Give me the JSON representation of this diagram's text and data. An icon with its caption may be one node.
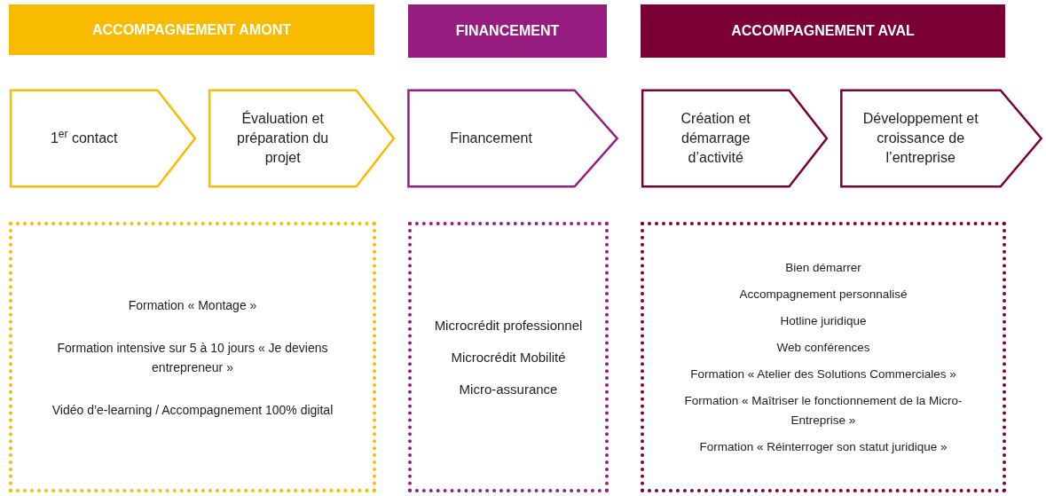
{
  "diagram": {
    "nodes": [
      {
        "text": [
          "ACCOMPAGNEMENT AMONT"
        ]
      },
      {
        "text": [
          "FINANCEMENT"
        ]
      },
      {
        "text": [
          "ACCOMPAGNEMENT AVAL"
        ]
      },
      {
        "text": [
          "1$^{er}$ contact"
        ]
      },
      {
        "text": [
          "Évaluation et préparation du projet"
        ]
      },
      {
        "text": [
          "Financement"
        ]
      },
      {
        "text": [
          "Création et démarrage d’activité"
        ]
      },
      {
        "text": [
          "Développement et croissance de l’entreprise"
        ]
      },
      {
        "text": [
          "Formation « Montage »",
          "Formation intensive sur 5 à 10 jours « Je deviens entrepreneur »",
          "Vidéo d’e-learning / Accompagnement 100% digital"
        ]
      },
      {
        "text": [
          "Microcrédit professionnel",
          "Microcrédit Mobilité",
          "Micro-assurance"
        ]
      },
      {
        "text": [
          "Bien démarrer",
          "Accompagnement personnalisé",
          "Hotline juridique",
          "Web conférences",
          "Formation « Atelier des Solutions Commerciales »",
          "Formation « Maîtriser le fonctionnement de la Micro-Entreprise »",
          "Formation «  Réinterroger son statut juridique »"
        ]
      }
    ]
  }
}
